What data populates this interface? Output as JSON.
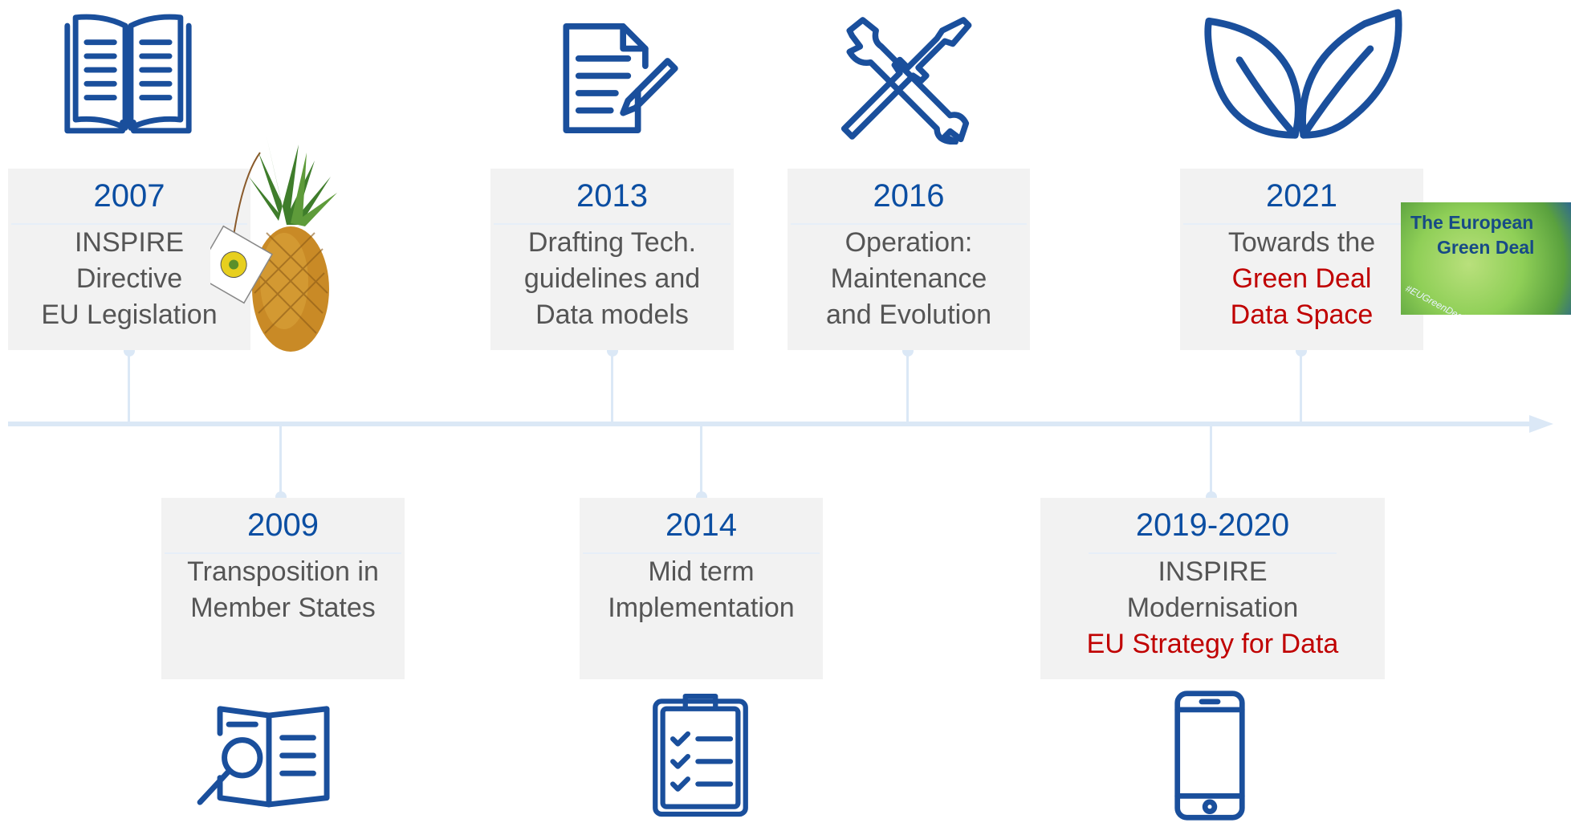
{
  "timeline": {
    "events": [
      {
        "id": "e2007",
        "year": "2007",
        "lines": [
          "INSPIRE",
          "Directive",
          "EU Legislation"
        ],
        "highlight": [],
        "position": "above",
        "icon": "book-icon"
      },
      {
        "id": "e2009",
        "year": "2009",
        "lines": [
          "Transposition in",
          "Member States"
        ],
        "highlight": [],
        "position": "below",
        "icon": "document-search-icon"
      },
      {
        "id": "e2013",
        "year": "2013",
        "lines": [
          "Drafting Tech.",
          "guidelines and",
          "Data models"
        ],
        "highlight": [],
        "position": "above",
        "icon": "document-pencil-icon"
      },
      {
        "id": "e2014",
        "year": "2014",
        "lines": [
          "Mid term",
          "Implementation"
        ],
        "highlight": [],
        "position": "below",
        "icon": "clipboard-checklist-icon"
      },
      {
        "id": "e2016",
        "year": "2016",
        "lines": [
          "Operation:",
          "Maintenance",
          "and Evolution"
        ],
        "highlight": [],
        "position": "above",
        "icon": "wrench-screwdriver-icon"
      },
      {
        "id": "e2019",
        "year": "2019-2020",
        "lines": [
          "INSPIRE",
          "Modernisation",
          "EU Strategy for Data"
        ],
        "highlight": [
          2
        ],
        "position": "below",
        "icon": "smartphone-icon"
      },
      {
        "id": "e2021",
        "year": "2021",
        "lines": [
          "Towards the",
          "Green Deal",
          "Data Space"
        ],
        "highlight": [
          1,
          2
        ],
        "position": "above",
        "icon": "leaves-icon"
      }
    ]
  },
  "green_deal_image": {
    "line1": "The European",
    "line2": "Green Deal",
    "hashtag": "#EUGreenDeal"
  },
  "colors": {
    "year_blue": "#0b4ea2",
    "icon_blue": "#1a4f9c",
    "highlight_red": "#c00000",
    "axis": "#dbe8f6",
    "box_bg": "#f2f2f2",
    "text_grey": "#555555"
  }
}
